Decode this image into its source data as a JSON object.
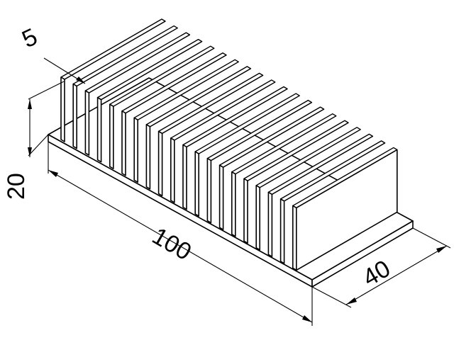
{
  "dimensions": {
    "length_label": "100",
    "width_label": "40",
    "height_label": "20",
    "fin_label": "5"
  },
  "geometry_notes": {
    "fin_count": 20
  }
}
